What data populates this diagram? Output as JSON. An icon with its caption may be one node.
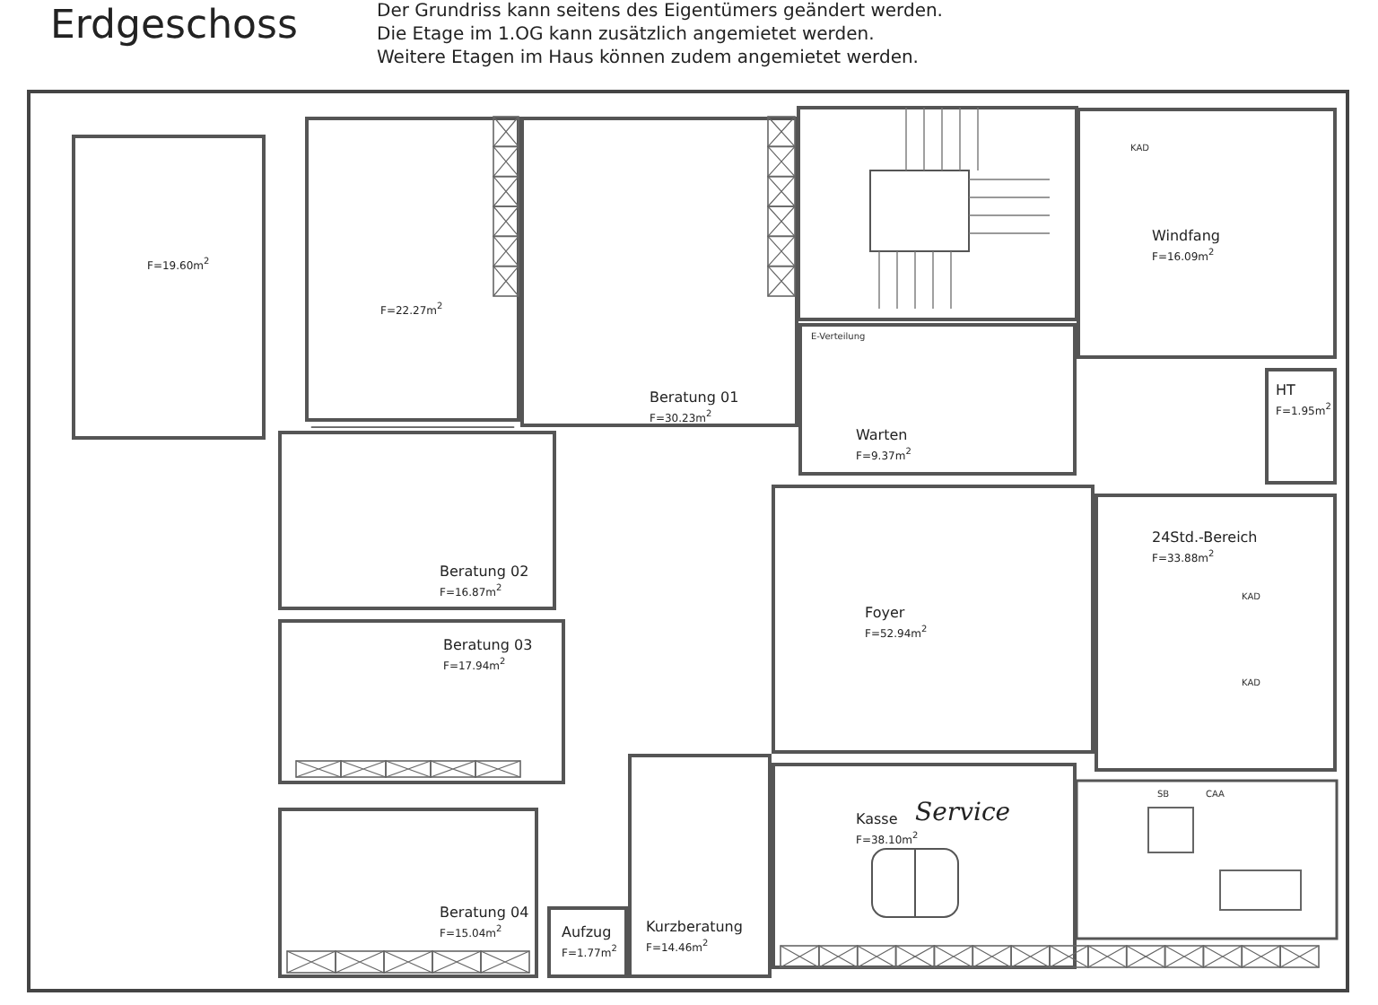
{
  "diagram": {
    "title": "Erdgeschoss",
    "nodes": [
      {
        "text": [
          "F=19.60m$^{2}$"
        ]
      },
      {
        "text": [
          "F=22.27m$^{2}$"
        ]
      },
      {
        "text": [
          "Beratung 01",
          "F=30.23m$^{2}$"
        ]
      },
      {
        "text": [
          "Windfang",
          "F=16.09m$^{2}$"
        ]
      },
      {
        "text": [
          "Warten",
          "F=9.37m$^{2}$"
        ]
      },
      {
        "text": [
          "HT",
          "F=1.95m$^{2}$"
        ]
      },
      {
        "text": [
          "24Std.-Bereich",
          "F=33.88m$^{2}$"
        ]
      },
      {
        "text": [
          "Beratung 02",
          "F=16.87m$^{2}$"
        ]
      },
      {
        "text": [
          "Foyer",
          "F=52.94m$^{2}$"
        ]
      },
      {
        "text": [
          "Beratung 03",
          "F=17.94m$^{2}$"
        ]
      },
      {
        "text": [
          "Kasse",
          "F=38.10m$^{2}$"
        ]
      },
      {
        "text": [
          "Beratung 04",
          "F=15.04m$^{2}$"
        ]
      },
      {
        "text": [
          "Aufzug",
          "F=1.77m$^{2}$"
        ]
      },
      {
        "text": [
          "Kurzberatung",
          "F=14.46m$^{2}$"
        ]
      }
    ],
    "labels": [
      "Der Grundriss kann seitens des Eigentümers geändert werden.",
      "Die Etage im 1.OG kann zusätzlich angemietet werden.",
      "Weitere Etagen im Haus können zudem angemietet werden.",
      "KAD",
      "E-Verteilung",
      "KAD",
      "KAD",
      "SB",
      "CAA",
      "Service"
    ]
  }
}
